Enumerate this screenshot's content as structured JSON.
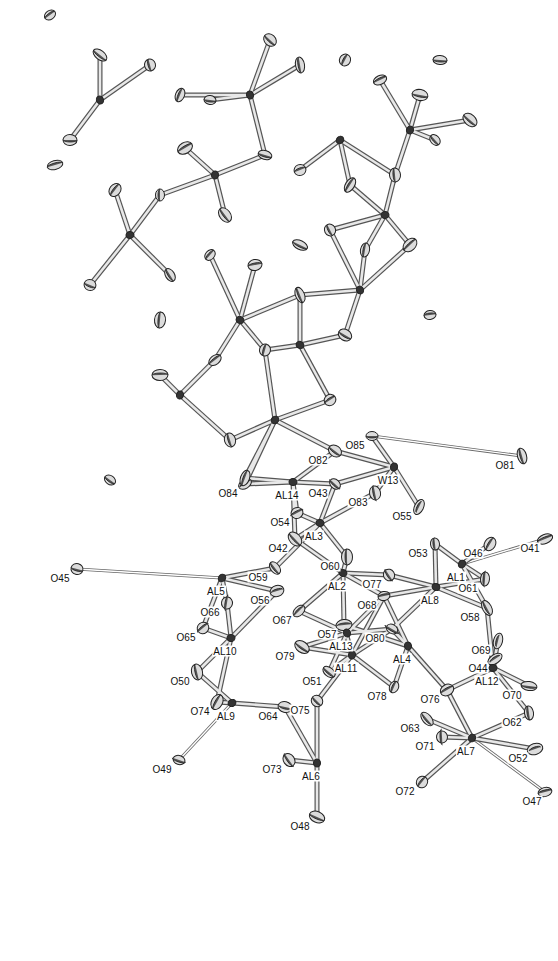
{
  "diagram": {
    "labels": [
      "O85",
      "O82",
      "O81",
      "W13",
      "O84",
      "AL14",
      "O43",
      "O83",
      "O55",
      "O54",
      "AL3",
      "O42",
      "O53",
      "O46",
      "O41",
      "O45",
      "O59",
      "O60",
      "AL1",
      "O56",
      "AL2",
      "O77",
      "O61",
      "AL5",
      "O68",
      "AL8",
      "O58",
      "O66",
      "O67",
      "O57",
      "O80",
      "AL13",
      "O69",
      "O65",
      "AL10",
      "O79",
      "AL4",
      "AL11",
      "O44",
      "AL12",
      "O51",
      "O50",
      "O78",
      "O76",
      "O70",
      "O75",
      "O62",
      "O74",
      "AL9",
      "O64",
      "O63",
      "O71",
      "AL7",
      "O52",
      "O49",
      "O73",
      "AL6",
      "O72",
      "O47",
      "O48"
    ]
  }
}
